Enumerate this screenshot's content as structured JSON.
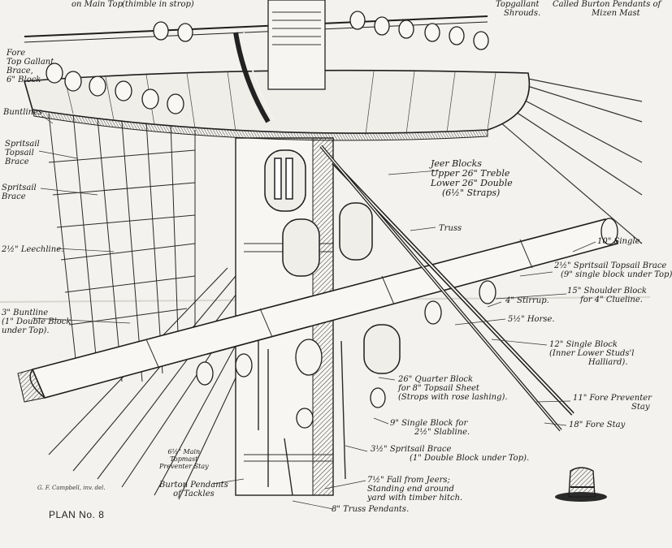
{
  "title": "PLAN No. 8",
  "credit": "G. F. Campbell, inv. del.",
  "labels": {
    "top_left": "(thimble in strop)",
    "top_left_2": "on Main Top",
    "top_mid": "Topgallant",
    "top_mid_2": "Shrouds.",
    "top_right_1": "Called Burton Pendants of",
    "top_right_2": "Mizen Mast",
    "fore_tg_1": "Fore",
    "fore_tg_2": "Top Gallant",
    "fore_tg_3": "Brace,",
    "fore_tg_4": "6\" Block",
    "buntlines": "Buntlines",
    "spritsail_topsail_1": "Spritsail",
    "spritsail_topsail_2": "Topsail",
    "spritsail_topsail_3": "Brace",
    "spritsail_brace_1": "Spritsail",
    "spritsail_brace_2": "Brace",
    "leechline": "2½\" Leechline.",
    "bunt_1": "3\" Buntline",
    "bunt_2": "(1\" Double Block",
    "bunt_3": "under Top).",
    "jeer_1": "Jeer Blocks",
    "jeer_2": "Upper 26\" Treble",
    "jeer_3": "Lower 26\" Double",
    "jeer_4": "(6½\" Straps)",
    "truss": "Truss",
    "single10": "10\" Single.",
    "sprit_topsail_brace_1": "2½\" Spritsail Topsail Brace",
    "sprit_topsail_brace_2": "(9\" single block under Top)",
    "shoulder_1": "15\" Shoulder Block",
    "shoulder_2": "for 4\" Clueline.",
    "stirrup": "4\" Stirrup.",
    "horse": "5½\" Horse.",
    "single12_1": "12\" Single Block",
    "single12_2": "(Inner Lower Studs'l",
    "single12_3": "Halliard).",
    "quarter_1": "26\" Quarter Block",
    "quarter_2": "for 8\" Topsail Sheet",
    "quarter_3": "(Strops with rose lashing).",
    "fore_prev_1": "11\" Fore Preventer",
    "fore_prev_2": "Stay",
    "fore_stay": "18\" Fore Stay",
    "single9_1": "9\" Single Block for",
    "single9_2": "2½\" Slabline.",
    "main_prev_1": "6½\" Main",
    "main_prev_2": "Topmast",
    "main_prev_3": "Preventer Stay",
    "sprit_brace_1": "3½\" Spritsail Brace",
    "sprit_brace_2": "(1\" Double Block under Top).",
    "burton_1": "Burton Pendants",
    "burton_2": "of Tackles",
    "fall_1": "7½\" Fall from Jeers;",
    "fall_2": "Standing end around",
    "fall_3": "yard with timber hitch.",
    "truss_pend": "8\" Truss Pendants."
  }
}
